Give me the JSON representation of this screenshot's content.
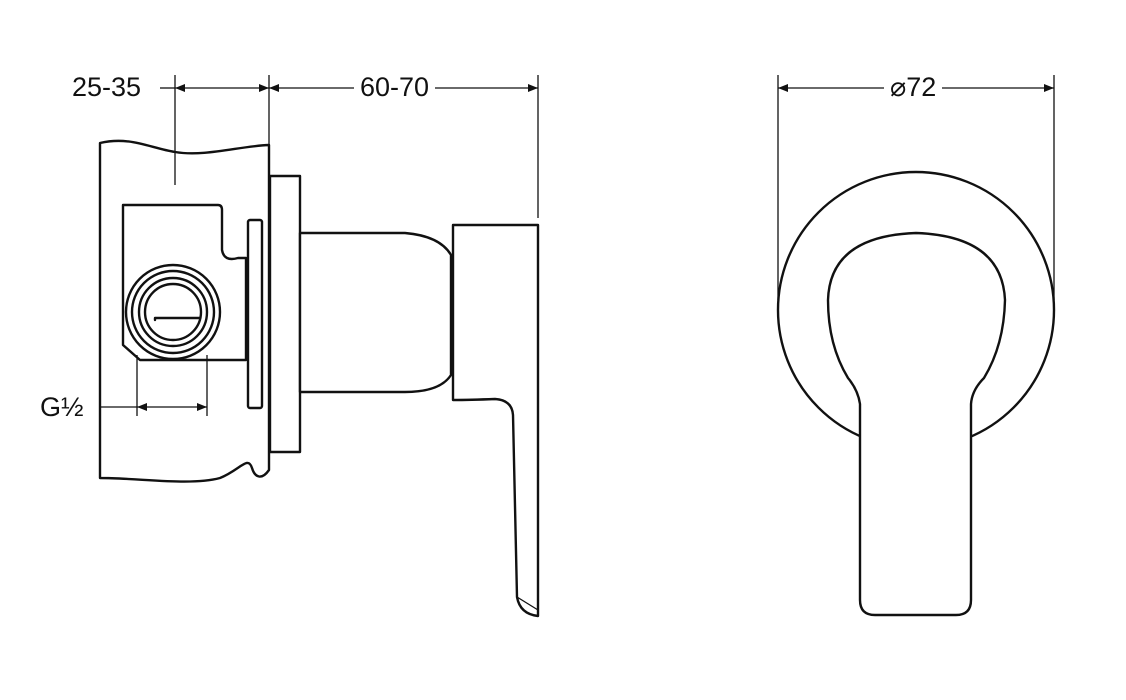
{
  "dimensions": {
    "wall_depth": "25-35",
    "projection": "60-70",
    "diameter": "⌀72",
    "thread": "G½"
  }
}
